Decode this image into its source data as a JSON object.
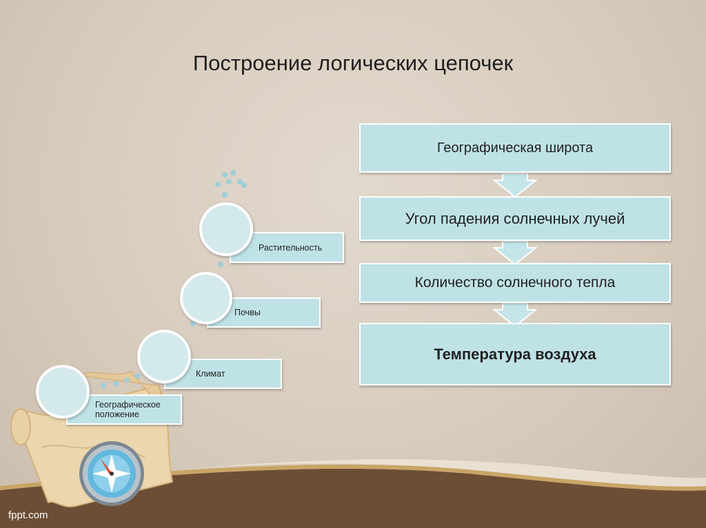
{
  "slide": {
    "title": "Построение логических цепочек",
    "footer": "fppt.com"
  },
  "chain": {
    "boxes": [
      "Географическая широта",
      "Угол падения солнечных лучей",
      "Количество солнечного тепла",
      "Температура воздуха"
    ]
  },
  "ladder": {
    "steps": [
      "Географическое положение",
      "Климат",
      "Почвы",
      "Растительность"
    ]
  },
  "colors": {
    "box_fill": "#bfe2e6",
    "arrow_fill": "#c4e5ea",
    "background": "#d8cdbf",
    "footer_band": "#6b4e35"
  },
  "icons": [
    "compass-icon",
    "map-scroll-icon"
  ]
}
